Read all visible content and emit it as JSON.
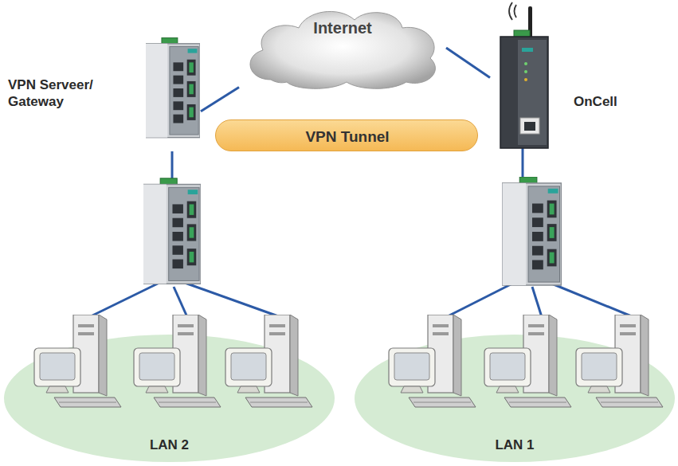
{
  "diagram": {
    "nodes": [
      {
        "text": [
          "VPN Serveer/ Gateway"
        ]
      },
      {
        "text": [
          "Internet"
        ]
      },
      {
        "text": [
          "VPN Tunnel"
        ]
      },
      {
        "text": [
          "OnCell"
        ]
      },
      {
        "text": [
          "LAN 2"
        ]
      },
      {
        "text": [
          "LAN 1"
        ]
      }
    ],
    "edges": [
      {
        "from": 0,
        "to": 1,
        "arrow": "none"
      },
      {
        "from": 1,
        "to": 3,
        "arrow": "none"
      }
    ]
  }
}
